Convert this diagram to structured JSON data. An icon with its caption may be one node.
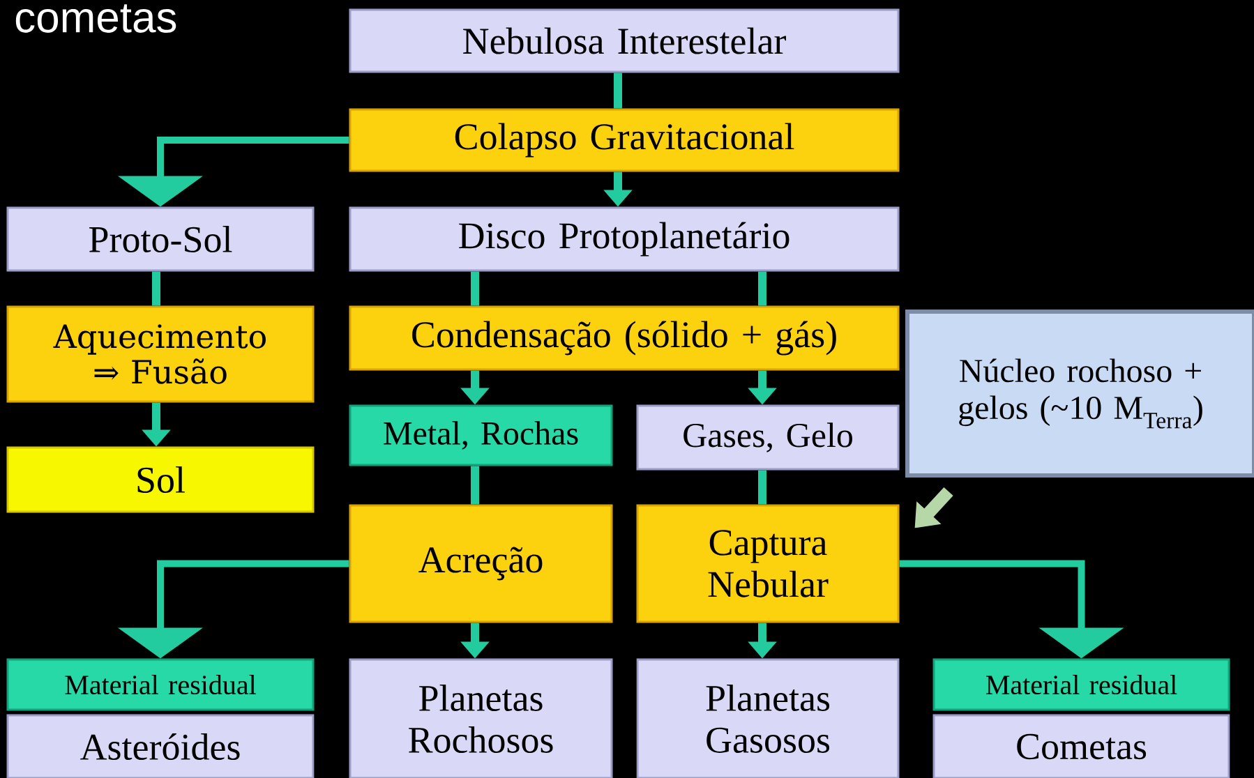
{
  "diagram": {
    "nodes": [
      {
        "text": [
          "Nebulosa Interestelar"
        ]
      },
      {
        "text": [
          "Colapso Gravitacional"
        ]
      },
      {
        "text": [
          "Proto-Sol"
        ]
      },
      {
        "text": [
          "Disco Protoplanetário"
        ]
      },
      {
        "text": [
          "Aquecimento ⇒ Fusão"
        ]
      },
      {
        "text": [
          "Condensação (sólido + gás)"
        ]
      },
      {
        "text": [
          "Sol"
        ]
      },
      {
        "text": [
          "Metal, Rochas"
        ]
      },
      {
        "text": [
          "Gases, Gelo"
        ]
      },
      {
        "text": [
          "Núcleo rochoso + gelos (~10 M$_{Terra}$)"
        ]
      },
      {
        "text": [
          "Acreção"
        ]
      },
      {
        "text": [
          "Captura Nebular"
        ]
      },
      {
        "text": [
          "Material residual"
        ]
      },
      {
        "text": [
          "Asteróides"
        ]
      },
      {
        "text": [
          "Planetas Rochosos"
        ]
      },
      {
        "text": [
          "Planetas Gasosos"
        ]
      },
      {
        "text": [
          "Material residual"
        ]
      },
      {
        "text": [
          "Cometas"
        ]
      }
    ],
    "edges": [
      {
        "from": 0,
        "to": 1,
        "arrow": "none"
      },
      {
        "from": 1,
        "to": 2,
        "arrow": "to"
      },
      {
        "from": 1,
        "to": 3,
        "arrow": "to"
      },
      {
        "from": 2,
        "to": 4,
        "arrow": "none"
      },
      {
        "from": 3,
        "to": 5,
        "arrow": "none"
      },
      {
        "from": 3,
        "to": 5,
        "arrow": "none"
      },
      {
        "from": 4,
        "to": 6,
        "arrow": "to"
      },
      {
        "from": 5,
        "to": 7,
        "arrow": "to"
      },
      {
        "from": 5,
        "to": 8,
        "arrow": "to"
      },
      {
        "from": 7,
        "to": 10,
        "arrow": "none"
      },
      {
        "from": 8,
        "to": 11,
        "arrow": "none"
      },
      {
        "from": 9,
        "to": 11,
        "arrow": "to",
        "color": "#b6d7a8"
      },
      {
        "from": 10,
        "to": 12,
        "arrow": "to"
      },
      {
        "from": 10,
        "to": 14,
        "arrow": "to"
      },
      {
        "from": 11,
        "to": 15,
        "arrow": "to"
      },
      {
        "from": 11,
        "to": 16,
        "arrow": "to"
      }
    ],
    "labels": [
      "cometas"
    ]
  }
}
